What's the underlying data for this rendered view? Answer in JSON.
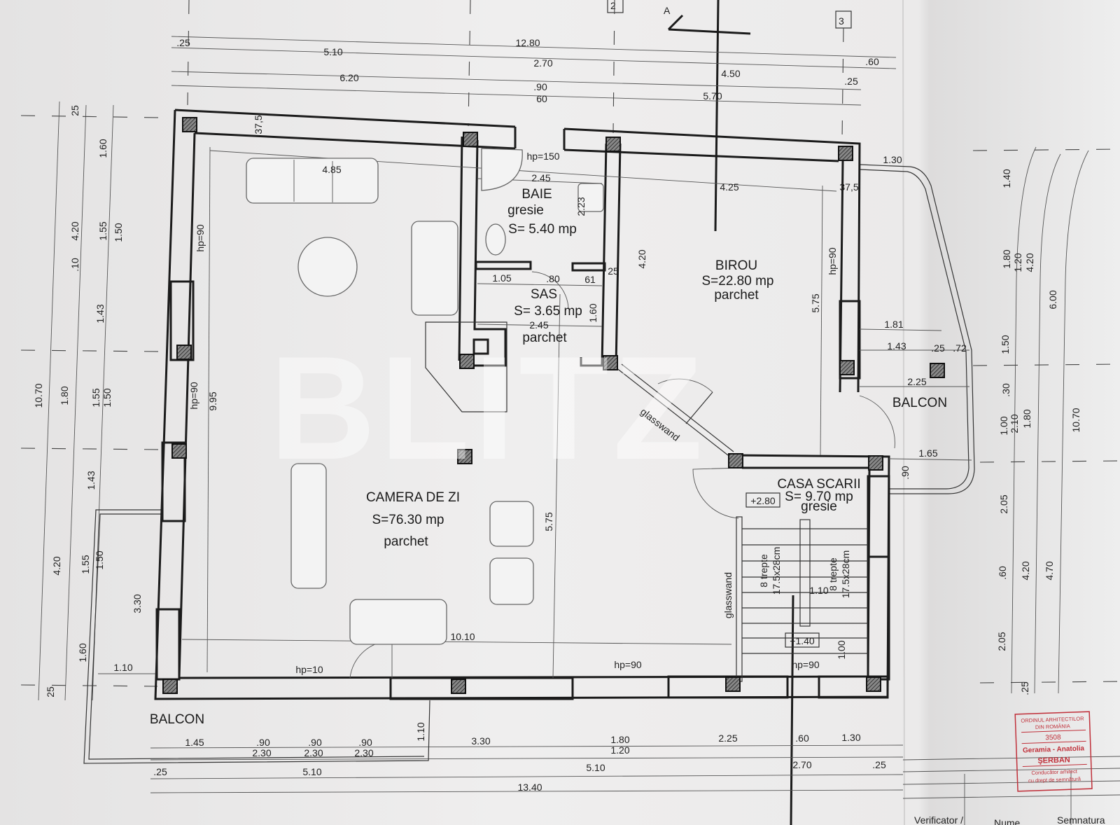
{
  "grid_markers": {
    "axis_2": "2",
    "axis_3": "3",
    "section": "A"
  },
  "watermark": "BLITZ",
  "rooms": {
    "baie": {
      "name": "BAIE",
      "floor": "gresie",
      "area": "S= 5.40 mp"
    },
    "sas": {
      "name": "SAS",
      "area": "S= 3.65 mp",
      "floor": "parchet"
    },
    "birou": {
      "name": "BIROU",
      "area": "S=22.80 mp",
      "floor": "parchet"
    },
    "camera_de_zi": {
      "name": "CAMERA DE ZI",
      "area": "S=76.30 mp",
      "floor": "parchet"
    },
    "casa_scarii": {
      "name": "CASA SCARII",
      "area": "S= 9.70 mp",
      "floor": "gresie"
    },
    "balcon_right": {
      "name": "BALCON"
    },
    "balcon_bottom": {
      "name": "BALCON"
    }
  },
  "stairs": {
    "level_top": "+2.80",
    "level_mid": "+1.40",
    "flight_1": {
      "steps": "8 trepte",
      "size": "17.5x28cm"
    },
    "flight_2": {
      "steps": "8 trepte",
      "size": "17.5x28cm"
    }
  },
  "annotations": {
    "glasswand_1": "glasswand",
    "glasswand_2": "glasswand"
  },
  "dimensions": [
    ".25",
    "12.80",
    "5.10",
    "2.70",
    "4.50",
    ".60",
    "6.20",
    ".90",
    "60",
    "5.70",
    ".25",
    "25",
    "1.60",
    "4.20",
    ".10",
    "1.55",
    "1.50",
    "1.43",
    "10.70",
    "1.80",
    "1.55",
    "1.50",
    "1.43",
    "4.20",
    "1.55",
    "1.50",
    "3.30",
    "1.60",
    "25",
    "hp=150",
    "2.45",
    "2.23",
    "1.05",
    ".80",
    "61",
    "25",
    "2.45",
    "1.60",
    "4.85",
    "4.25",
    "4.20",
    "5.75",
    "hp=90",
    "37,5",
    "37,5",
    "1.30",
    "1.81",
    "1.43",
    ".25",
    ".72",
    "2.25",
    "1.65",
    ".90",
    "hp=90",
    "hp=90",
    "9.95",
    "5.75",
    "1.10",
    "1.00",
    "hp=90",
    "10.10",
    "hp=10",
    "hp=90",
    "1.10",
    "1.10",
    "1.45",
    ".90",
    "2.30",
    ".90",
    "2.30",
    ".90",
    "2.30",
    "3.30",
    "1.80",
    "1.20",
    "2.25",
    ".60",
    "1.30",
    ".25",
    "5.10",
    "5.10",
    "2.70",
    ".25",
    "13.40",
    "1.40",
    "1.80",
    "1.20",
    "4.20",
    "6.00",
    "1.50",
    ".30",
    "1.00",
    "2.10",
    "1.80",
    "10.70",
    "2.05",
    ".60",
    "4.20",
    "4.70",
    "2.05",
    ".25"
  ],
  "stamp": {
    "org_line_1": "ORDINUL ARHITECTILOR",
    "org_line_2": "DIN ROMÂNIA",
    "number": "3508",
    "name_1": "Geramia - Anatolia",
    "name_2": "ŞERBAN",
    "role_1": "Conducător arhitect",
    "role_2": "cu drept de semnătură"
  },
  "title_block": {
    "col_1": "Verificator /",
    "col_2": "Nume",
    "col_3": "Semnatura"
  },
  "colors": {
    "paper": "#e9e8e8",
    "ink": "#1b1b1b",
    "stamp": "#c0303a"
  }
}
